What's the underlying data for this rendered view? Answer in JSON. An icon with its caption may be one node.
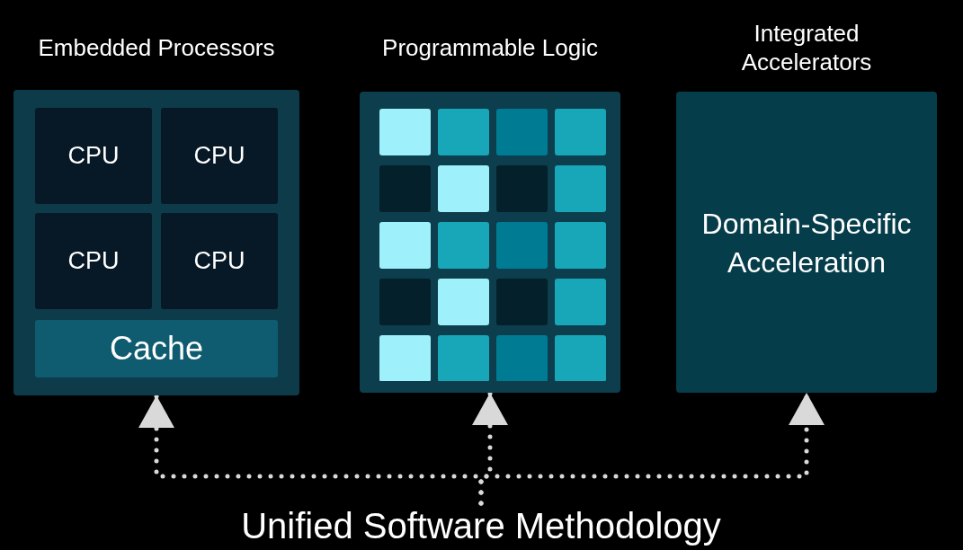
{
  "diagram": {
    "nodes": [
      {
        "text": [
          "Embedded Processors"
        ]
      },
      {
        "text": [
          "CPU"
        ],
        "in": 0
      },
      {
        "text": [
          "CPU"
        ],
        "in": 0
      },
      {
        "text": [
          "CPU"
        ],
        "in": 0
      },
      {
        "text": [
          "CPU"
        ],
        "in": 0
      },
      {
        "text": [
          "Cache"
        ],
        "in": 0
      },
      {
        "text": [
          "Programmable Logic"
        ]
      },
      {
        "text": [
          "Integrated Accelerators",
          "Domain-Specific Acceleration"
        ]
      },
      {
        "text": [
          "Unified Software Methodology"
        ]
      }
    ],
    "edges": [
      {
        "from": 8,
        "to": 0,
        "arrow": "to",
        "style": "dashed"
      },
      {
        "from": 8,
        "to": 6,
        "arrow": "to",
        "style": "dashed"
      },
      {
        "from": 8,
        "to": 7,
        "arrow": "to",
        "style": "dashed"
      }
    ]
  }
}
